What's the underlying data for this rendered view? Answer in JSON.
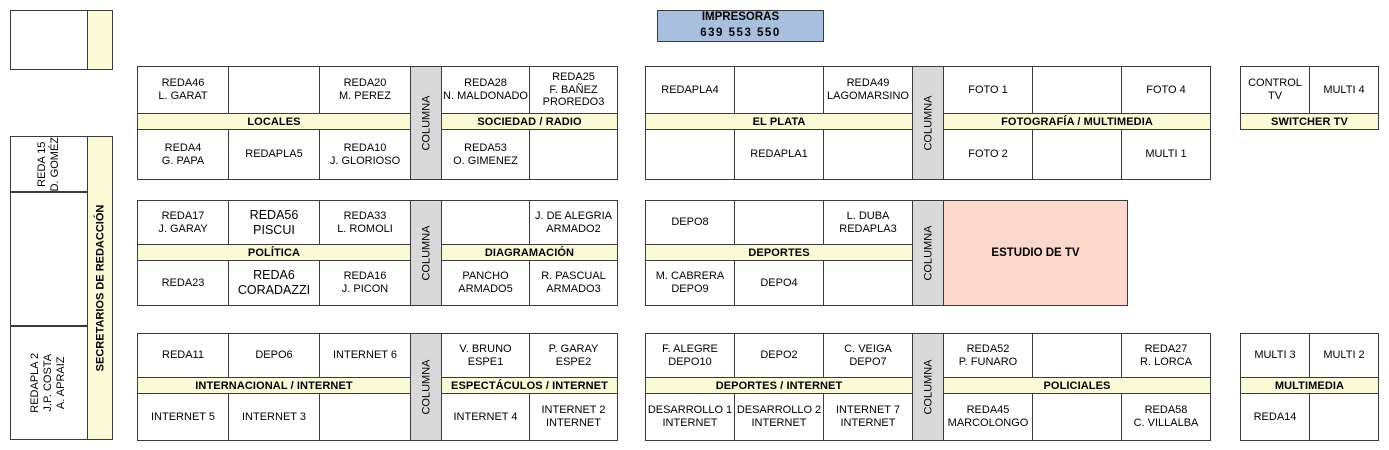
{
  "printers": {
    "title": "IMPRESORAS",
    "numbers": "639  553  550",
    "color": "#a8c0de"
  },
  "colors": {
    "label_bar": "#fafad7",
    "columna": "#d9d9d9",
    "studio": "#fbd7cc",
    "border": "#3a3a3a"
  },
  "top_left_box": {
    "left_cell": "",
    "right_cell": ""
  },
  "sidebar": {
    "label": "SECRETARIOS DE REDACCIÓN",
    "cells": [
      "REDA 15\nD. GOMÉZ",
      "",
      "REDAPLA 2\nJ.P. COSTA\nA. APRAIZ"
    ]
  },
  "columna_label": "COLUMNA",
  "blocks": [
    {
      "id": "locales-sociedad",
      "left": {
        "label": "LOCALES",
        "top": [
          "REDA46\nL. GARAT",
          "",
          "REDA20\nM. PEREZ"
        ],
        "bottom": [
          "REDA4\nG. PAPA",
          "REDAPLA5",
          "REDA10\nJ. GLORIOSO"
        ]
      },
      "right": {
        "label": "SOCIEDAD / RADIO",
        "top": [
          "REDA28\nN. MALDONADO",
          "REDA25\nF. BAÑEZ\nPROREDO3"
        ],
        "bottom": [
          "REDA53\nO. GIMENEZ",
          ""
        ]
      }
    },
    {
      "id": "elplata-fotografia",
      "left": {
        "label": "EL PLATA",
        "top": [
          "REDAPLA4",
          "",
          "REDA49\nLAGOMARSINO"
        ],
        "bottom": [
          "",
          "REDAPLA1",
          ""
        ]
      },
      "right": {
        "label": "FOTOGRAFÍA / MULTIMEDIA",
        "top": [
          "FOTO 1",
          "",
          "FOTO 4"
        ],
        "bottom": [
          "FOTO 2",
          "",
          "MULTI 1"
        ]
      }
    },
    {
      "id": "switcher-tv",
      "single": {
        "label": "SWITCHER TV",
        "top": [
          "CONTROL TV",
          "MULTI 4"
        ],
        "bottom": []
      }
    },
    {
      "id": "politica-diagramacion",
      "left": {
        "label": "POLÍTICA",
        "top": [
          "REDA17\nJ. GARAY",
          "REDA56\nPISCUI",
          "REDA33\nL. ROMOLI"
        ],
        "top_big": [
          false,
          true,
          false
        ],
        "bottom": [
          "REDA23",
          "REDA6\nCORADAZZI",
          "REDA16\nJ. PICON"
        ],
        "bottom_big": [
          false,
          true,
          false
        ]
      },
      "right": {
        "label": "DIAGRAMACIÓN",
        "top": [
          "",
          "J. DE ALEGRIA\nARMADO2"
        ],
        "bottom": [
          "PANCHO\nARMADO5",
          "R. PASCUAL\nARMADO3"
        ]
      }
    },
    {
      "id": "deportes-estudio",
      "left": {
        "label": "DEPORTES",
        "top": [
          "DEPO8",
          "",
          "L. DUBA\nREDAPLA3"
        ],
        "bottom": [
          "M. CABRERA\nDEPO9",
          "DEPO4",
          ""
        ]
      },
      "studio": {
        "label": "ESTUDIO DE TV"
      }
    },
    {
      "id": "internacional-espectaculos",
      "left": {
        "label": "INTERNACIONAL / INTERNET",
        "top": [
          "REDA11",
          "DEPO6",
          "INTERNET 6"
        ],
        "bottom": [
          "INTERNET 5",
          "INTERNET 3",
          ""
        ]
      },
      "right": {
        "label": "ESPECTÁCULOS / INTERNET",
        "top": [
          "V. BRUNO\nESPE1",
          "P. GARAY\nESPE2"
        ],
        "bottom": [
          "INTERNET 4",
          "INTERNET 2\nINTERNET"
        ]
      }
    },
    {
      "id": "deportesinternet-policiales",
      "left": {
        "label": "DEPORTES / INTERNET",
        "top": [
          "F. ALEGRE\nDEPO10",
          "DEPO2",
          "C. VEIGA\nDEPO7"
        ],
        "bottom": [
          "DESARROLLO 1\nINTERNET",
          "DESARROLLO 2\nINTERNET",
          "INTERNET 7\nINTERNET"
        ]
      },
      "right": {
        "label": "POLICIALES",
        "top": [
          "REDA52\nP. FUNARO",
          "",
          "REDA27\nR. LORCA"
        ],
        "bottom": [
          "REDA45\nMARCOLONGO",
          "",
          "REDA58\nC. VILLALBA"
        ]
      }
    },
    {
      "id": "multimedia",
      "single": {
        "label": "MULTIMEDIA",
        "top": [
          "MULTI 3",
          "MULTI 2"
        ],
        "bottom": [
          "REDA14",
          ""
        ]
      }
    }
  ]
}
